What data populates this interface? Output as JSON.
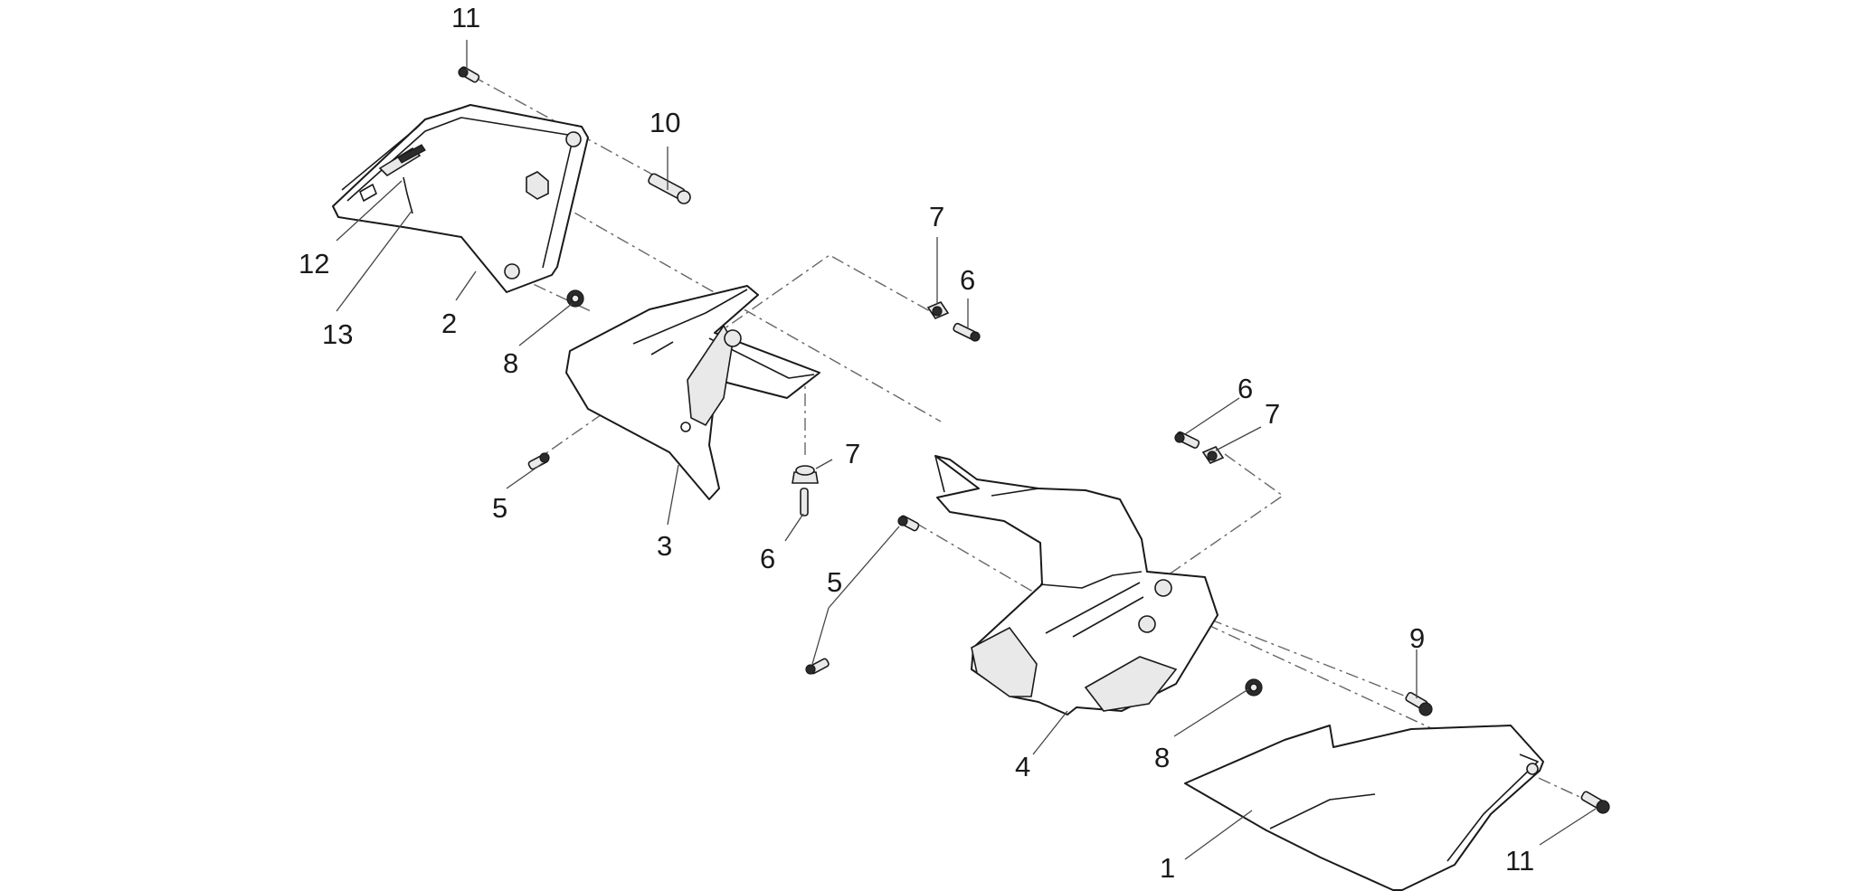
{
  "callouts": [
    {
      "id": "c-11a",
      "text": "11"
    },
    {
      "id": "c-10",
      "text": "10"
    },
    {
      "id": "c-12",
      "text": "12"
    },
    {
      "id": "c-13",
      "text": "13"
    },
    {
      "id": "c-2",
      "text": "2"
    },
    {
      "id": "c-8a",
      "text": "8"
    },
    {
      "id": "c-7a",
      "text": "7"
    },
    {
      "id": "c-6a",
      "text": "6"
    },
    {
      "id": "c-5a",
      "text": "5"
    },
    {
      "id": "c-3",
      "text": "3"
    },
    {
      "id": "c-7b",
      "text": "7"
    },
    {
      "id": "c-6b",
      "text": "6"
    },
    {
      "id": "c-6c",
      "text": "6"
    },
    {
      "id": "c-7c",
      "text": "7"
    },
    {
      "id": "c-5b",
      "text": "5"
    },
    {
      "id": "c-4",
      "text": "4"
    },
    {
      "id": "c-9",
      "text": "9"
    },
    {
      "id": "c-8b",
      "text": "8"
    },
    {
      "id": "c-1",
      "text": "1"
    },
    {
      "id": "c-11b",
      "text": "11"
    }
  ]
}
